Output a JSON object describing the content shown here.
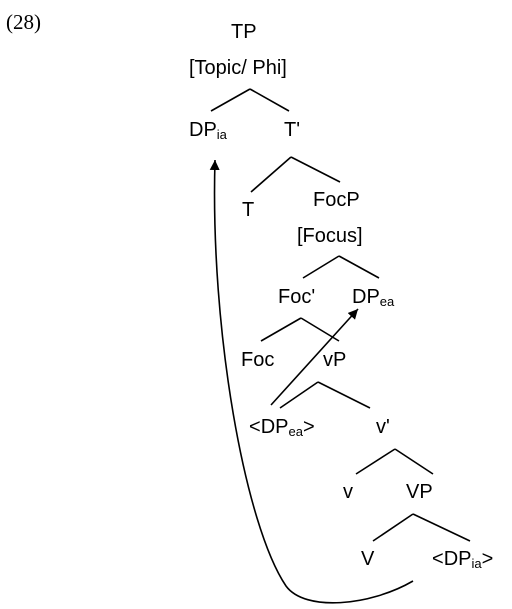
{
  "example_number": "(28)",
  "tree": {
    "tp": {
      "label": "TP",
      "feature": "[Topic/ Phi]"
    },
    "dp_ia": {
      "label": "DP",
      "sub": "ia"
    },
    "t_bar": {
      "label": "T'"
    },
    "t": {
      "label": "T"
    },
    "focp": {
      "label": "FocP",
      "feature": "[Focus]"
    },
    "foc_bar": {
      "label": "Foc'"
    },
    "dp_ea": {
      "label": "DP",
      "sub": "ea"
    },
    "foc": {
      "label": "Foc"
    },
    "vp_small": {
      "label": "vP"
    },
    "dp_ea_trace": {
      "open": "<",
      "label": "DP",
      "sub": "ea",
      "close": ">"
    },
    "v_bar": {
      "label": "v'"
    },
    "v": {
      "label": "v"
    },
    "vp": {
      "label": "VP"
    },
    "verb": {
      "label": "V"
    },
    "dp_ia_trace": {
      "open": "<",
      "label": "DP",
      "sub": "ia",
      "close": ">"
    }
  }
}
